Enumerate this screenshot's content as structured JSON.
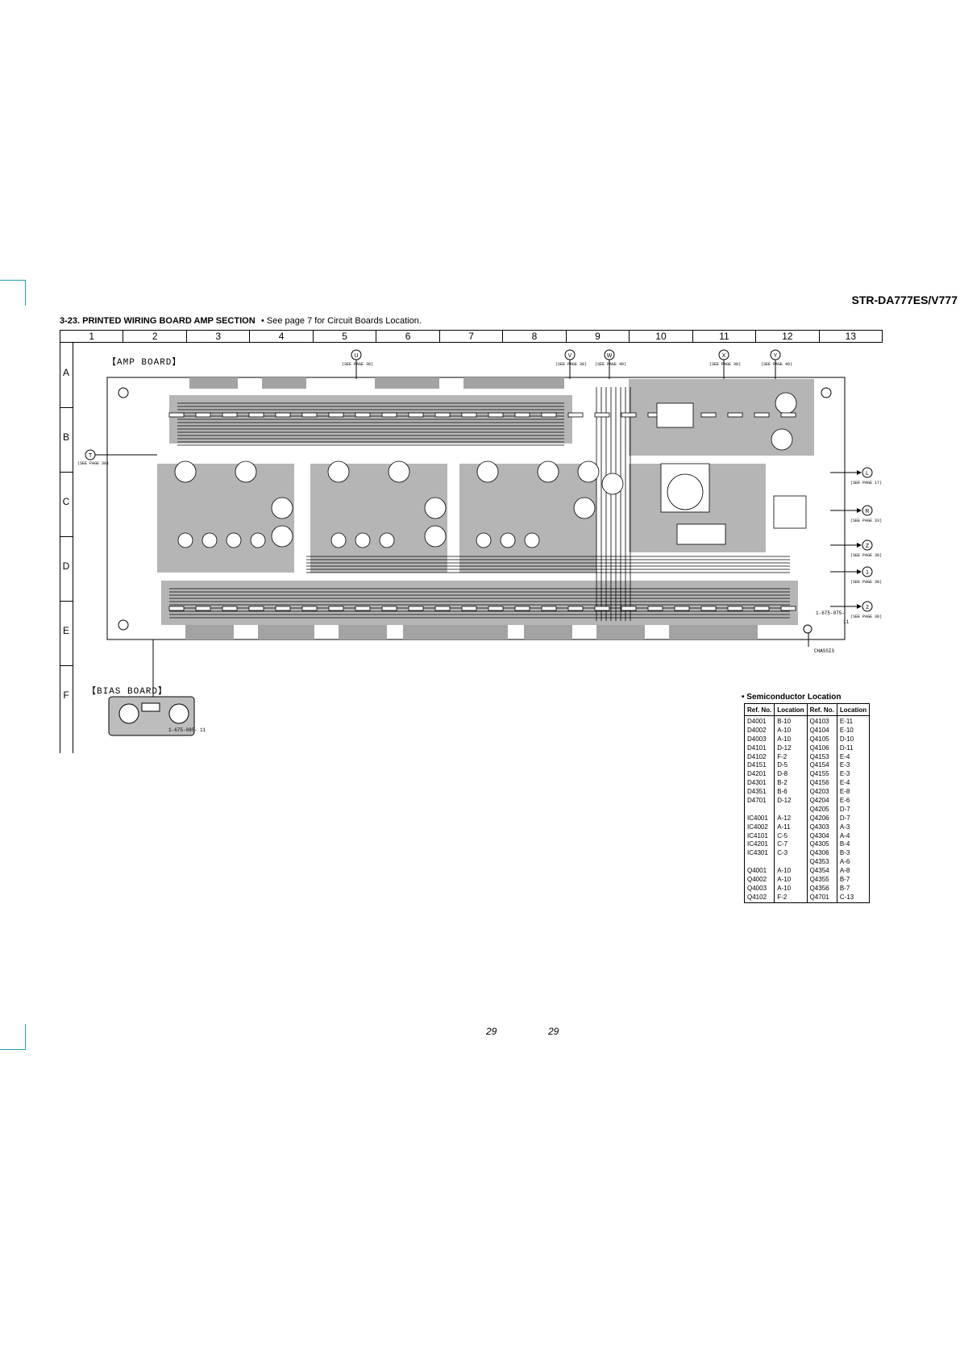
{
  "header": {
    "model": "STR-DA777ES/V777",
    "section_title": "3-23. PRINTED WIRING BOARD AMP SECTION",
    "section_note": "• See page 7 for Circuit Boards Location."
  },
  "grid": {
    "columns": [
      "1",
      "2",
      "3",
      "4",
      "5",
      "6",
      "7",
      "8",
      "9",
      "10",
      "11",
      "13"
    ],
    "columns_full": [
      "1",
      "2",
      "3",
      "4",
      "5",
      "6",
      "7",
      "8",
      "9",
      "10",
      "11",
      "12",
      "13"
    ],
    "rows": [
      "A",
      "B",
      "C",
      "D",
      "E",
      "F"
    ]
  },
  "boards": {
    "amp": "【AMP BOARD】",
    "bias": "【BIAS BOARD】",
    "amp_code": "1-675-075-",
    "amp_code_num": "11",
    "bias_code": "1-675-085-",
    "bias_code_num": "11",
    "chassis": "CHASSIS"
  },
  "connectors": {
    "top": [
      {
        "sym": "U",
        "page": "(SEE PAGE 38)"
      },
      {
        "sym": "V",
        "page": "(SEE PAGE 38)"
      },
      {
        "sym": "W",
        "page": "(SEE PAGE 40)"
      },
      {
        "sym": "X",
        "page": "(SEE PAGE 38)"
      },
      {
        "sym": "Y",
        "page": "(SEE PAGE 40)"
      }
    ],
    "left": {
      "sym": "T",
      "page": "(SEE PAGE 38)"
    },
    "right": [
      {
        "sym": "L",
        "page": "(SEE PAGE 17)"
      },
      {
        "sym": "R",
        "page": "(SEE PAGE 33)"
      },
      {
        "sym": "Z",
        "page": "(SEE PAGE 38)"
      },
      {
        "sym": "1",
        "page": "(SEE PAGE 38)"
      },
      {
        "sym": "2",
        "page": "(SEE PAGE 38)"
      }
    ]
  },
  "semiconductor": {
    "title": "• Semiconductor Location",
    "headers": [
      "Ref. No.",
      "Location",
      "Ref. No.",
      "Location"
    ],
    "rows": [
      [
        "D4001",
        "B-10",
        "Q4103",
        "E-11"
      ],
      [
        "D4002",
        "A-10",
        "Q4104",
        "E-10"
      ],
      [
        "D4003",
        "A-10",
        "Q4105",
        "D-10"
      ],
      [
        "D4101",
        "D-12",
        "Q4106",
        "D-11"
      ],
      [
        "D4102",
        "F-2",
        "Q4153",
        "E-4"
      ],
      [
        "D4151",
        "D-5",
        "Q4154",
        "E-3"
      ],
      [
        "D4201",
        "D-8",
        "Q4155",
        "E-3"
      ],
      [
        "D4301",
        "B-2",
        "Q4156",
        "E-4"
      ],
      [
        "D4351",
        "B-6",
        "Q4203",
        "E-8"
      ],
      [
        "D4701",
        "D-12",
        "Q4204",
        "E-6"
      ],
      [
        "",
        "",
        "Q4205",
        "D-7"
      ],
      [
        "IC4001",
        "A-12",
        "Q4206",
        "D-7"
      ],
      [
        "IC4002",
        "A-11",
        "Q4303",
        "A-3"
      ],
      [
        "IC4101",
        "C-5",
        "Q4304",
        "A-4"
      ],
      [
        "IC4201",
        "C-7",
        "Q4305",
        "B-4"
      ],
      [
        "IC4301",
        "C-3",
        "Q4306",
        "B-3"
      ],
      [
        "",
        "",
        "Q4353",
        "A-6"
      ],
      [
        "Q4001",
        "A-10",
        "Q4354",
        "A-8"
      ],
      [
        "Q4002",
        "A-10",
        "Q4355",
        "B-7"
      ],
      [
        "Q4003",
        "A-10",
        "Q4356",
        "B-7"
      ],
      [
        "Q4102",
        "F-2",
        "Q4701",
        "C-13"
      ]
    ]
  },
  "footer": {
    "page_left": "29",
    "page_right": "29"
  },
  "colors": {
    "corner_mark": "#1f9fb0",
    "copper": "#9a9a9a",
    "outline": "#000000"
  }
}
